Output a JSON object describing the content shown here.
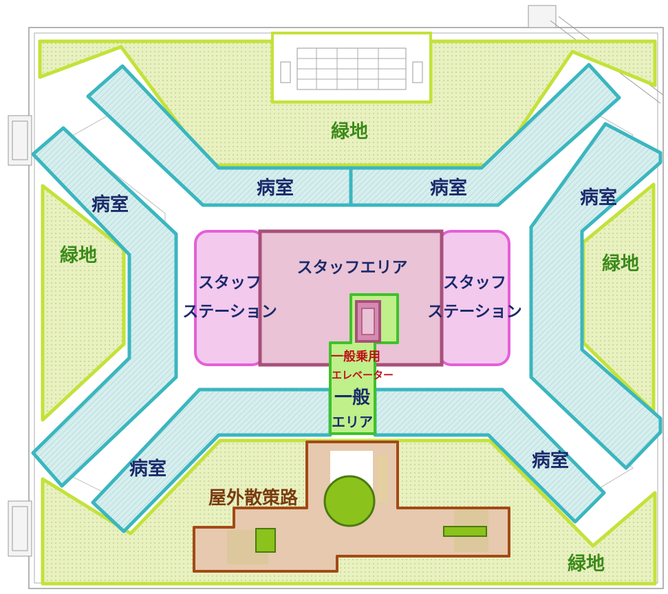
{
  "labels": {
    "green_top": "緑地",
    "green_left": "緑地",
    "green_right": "緑地",
    "green_bottom": "緑地",
    "room_top_left": "病室",
    "room_top_right": "病室",
    "room_upper_left": "病室",
    "room_upper_right": "病室",
    "room_lower_left": "病室",
    "room_lower_right": "病室",
    "staff_area": "スタッフエリア",
    "staff_station_left_line1": "スタッフ",
    "staff_station_left_line2": "ステーション",
    "staff_station_right_line1": "スタッフ",
    "staff_station_right_line2": "ステーション",
    "elevator_line1": "一般乗用",
    "elevator_line2": "エレベーター",
    "general_area_line1": "一般",
    "general_area_line2": "エリア",
    "walkway": "屋外散策路"
  },
  "colors": {
    "green_fill": "#e4efb4",
    "green_stroke": "#c3e23a",
    "green_text": "#3b8a1a",
    "room_fill": "#d3ecec",
    "room_stroke": "#3bb6bf",
    "room_text": "#1a2a6b",
    "staff_fill": "#eac3d6",
    "staff_stroke": "#a8507a",
    "station_fill": "#f3c9ee",
    "station_stroke": "#e45fd9",
    "general_fill": "#bff08a",
    "general_stroke": "#3fc12a",
    "elevator_text": "#c0101a",
    "walkway_fill": "#e6c9ae",
    "walkway_stroke": "#a34a16",
    "walkway_text": "#7a3a10",
    "walkway_accent": "#8cc21c"
  }
}
